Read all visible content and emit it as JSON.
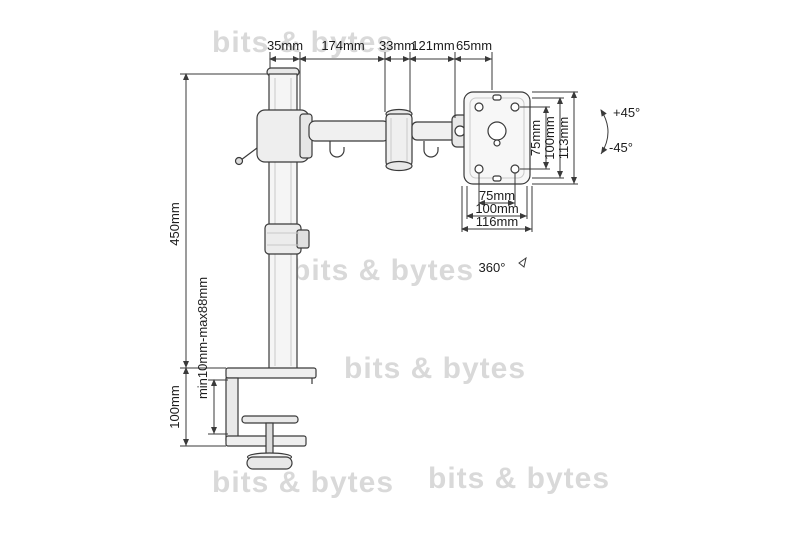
{
  "diagram": {
    "title": "single-monitor-desk-mount-dimension-drawing",
    "top_dims": [
      "35mm",
      "174mm",
      "33mm",
      "121mm",
      "65mm"
    ],
    "left_dims": {
      "pole_height": "450mm",
      "clamp_height": "100mm",
      "desk_thickness": "min10mm-max88mm"
    },
    "vesa_vertical_dims": [
      "75mm",
      "100mm",
      "113mm"
    ],
    "vesa_horizontal_dims": [
      "75mm",
      "100mm",
      "116mm"
    ],
    "tilt": {
      "up": "+45°",
      "down": "-45°"
    },
    "rotation": "360°",
    "watermark": "bits & bytes"
  },
  "colors": {
    "line": "#3a3a3a",
    "watermark": "#d9d9d9"
  }
}
